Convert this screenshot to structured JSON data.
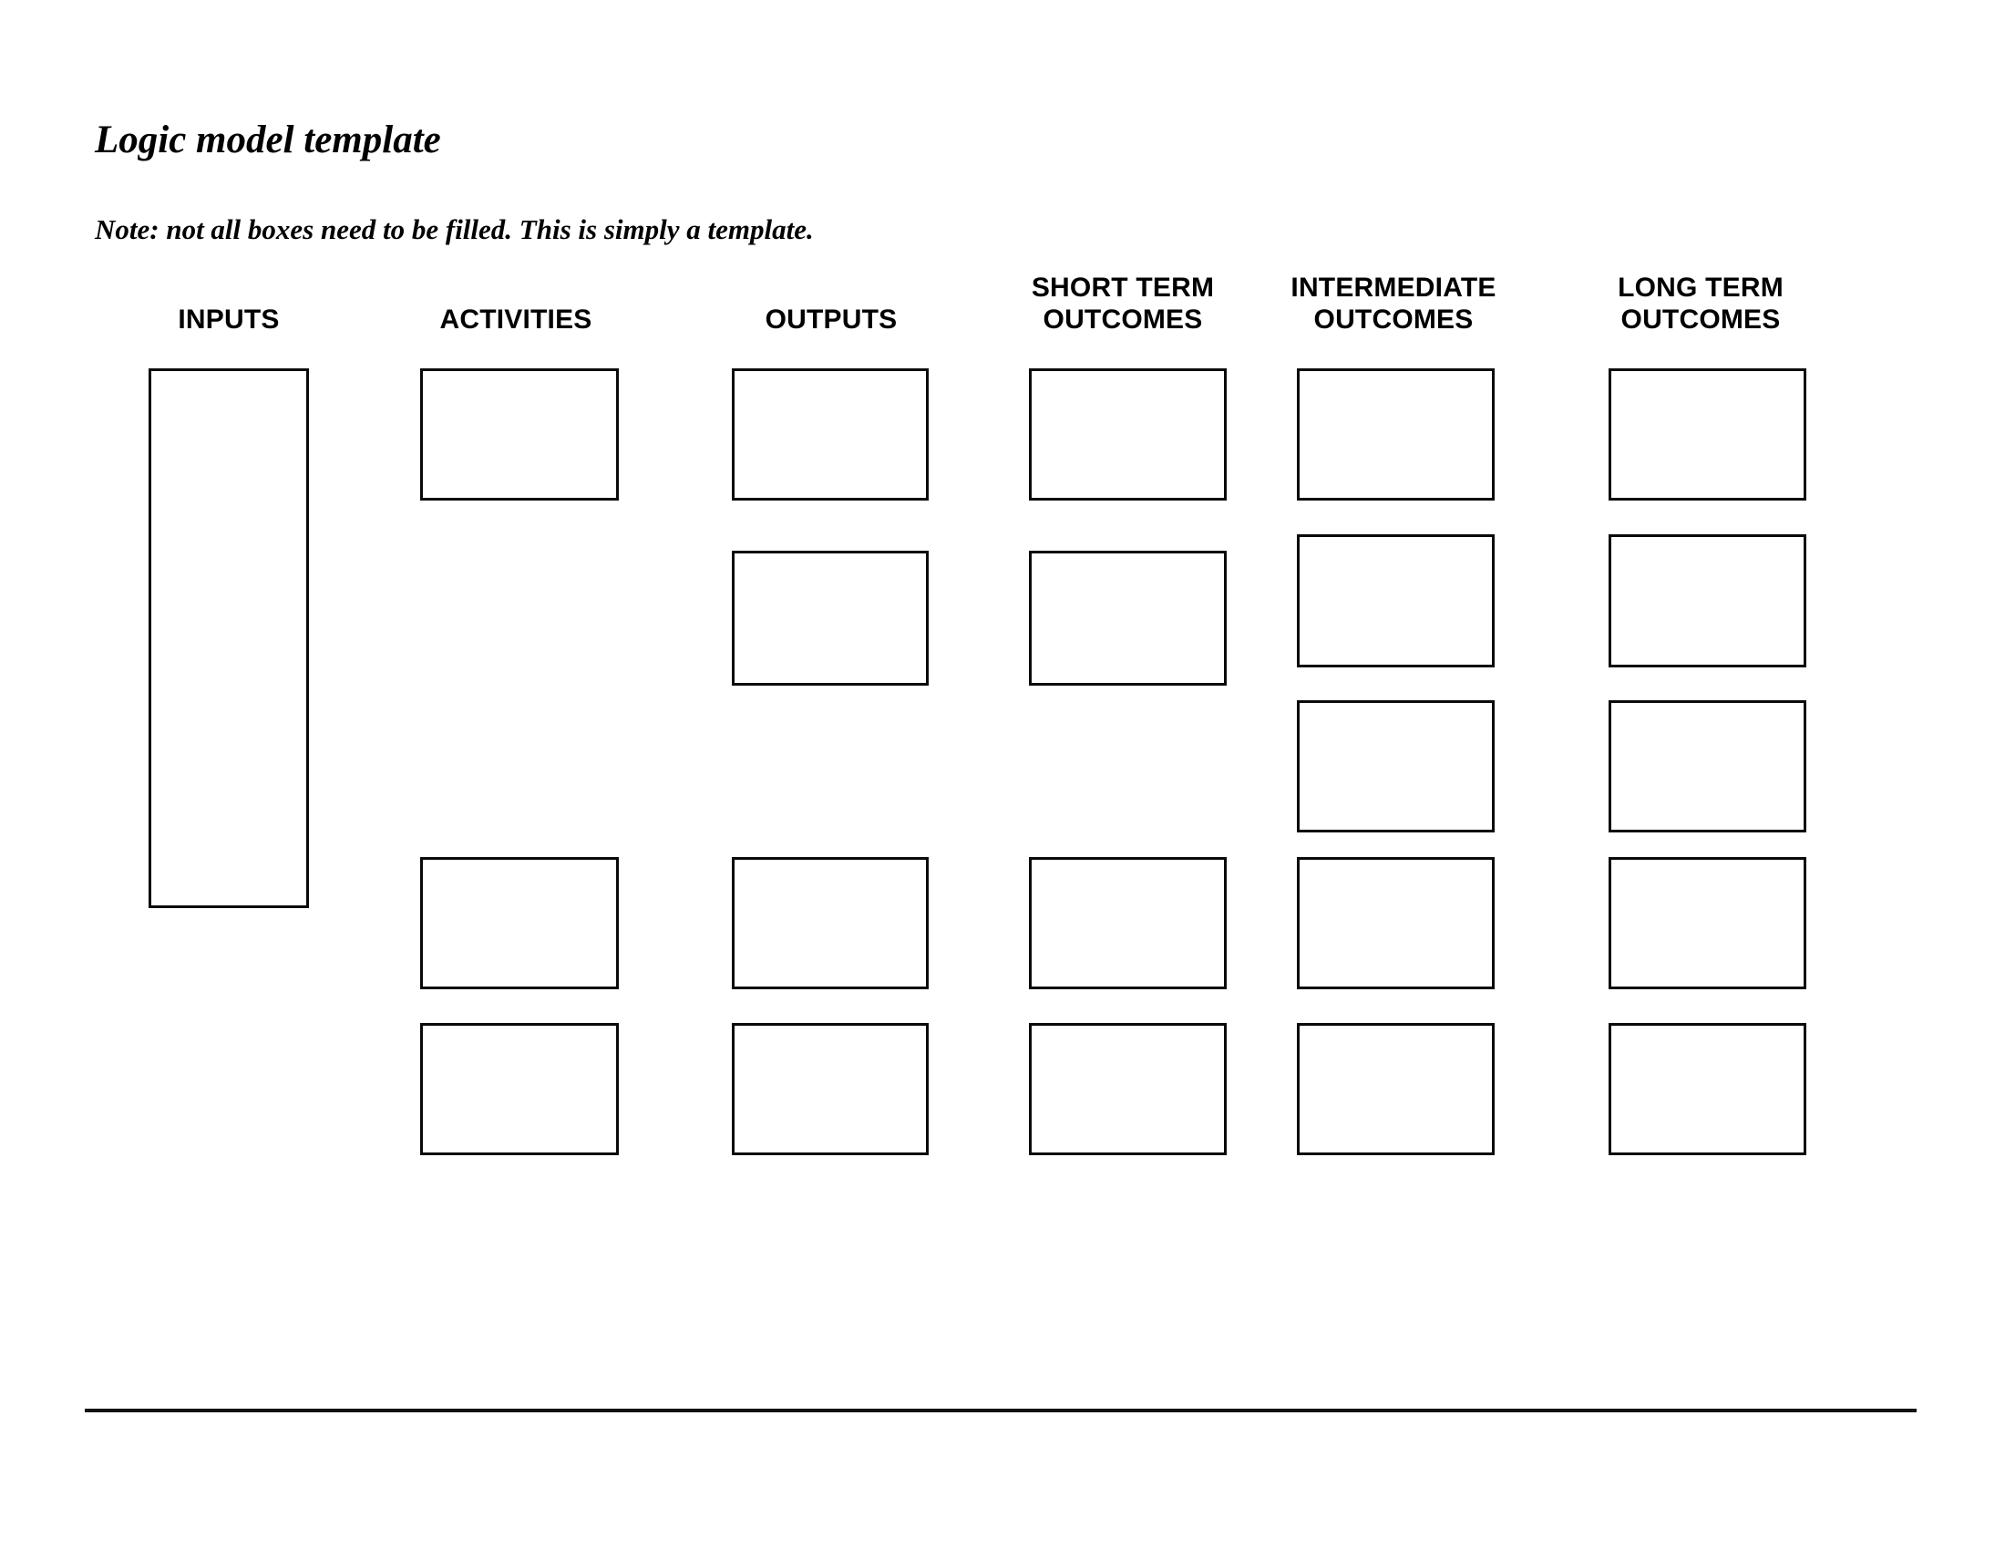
{
  "document": {
    "title": "Logic model template",
    "note": "Note: not all boxes need to be filled. This is simply a template."
  },
  "columns": [
    {
      "id": "inputs",
      "label": "INPUTS",
      "box_rows": [
        "tall"
      ]
    },
    {
      "id": "activities",
      "label": "ACTIVITIES",
      "box_rows": [
        1,
        4,
        5
      ]
    },
    {
      "id": "outputs",
      "label": "OUTPUTS",
      "box_rows": [
        1,
        2,
        4,
        5
      ]
    },
    {
      "id": "short-term-outcomes",
      "label": "SHORT TERM\nOUTCOMES",
      "box_rows": [
        1,
        2,
        4,
        5
      ]
    },
    {
      "id": "intermediate-outcomes",
      "label": "INTERMEDIATE\nOUTCOMES",
      "box_rows": [
        1,
        2,
        3,
        4,
        5
      ]
    },
    {
      "id": "long-term-outcomes",
      "label": "LONG TERM\nOUTCOMES",
      "box_rows": [
        1,
        2,
        3,
        4,
        5
      ]
    }
  ]
}
